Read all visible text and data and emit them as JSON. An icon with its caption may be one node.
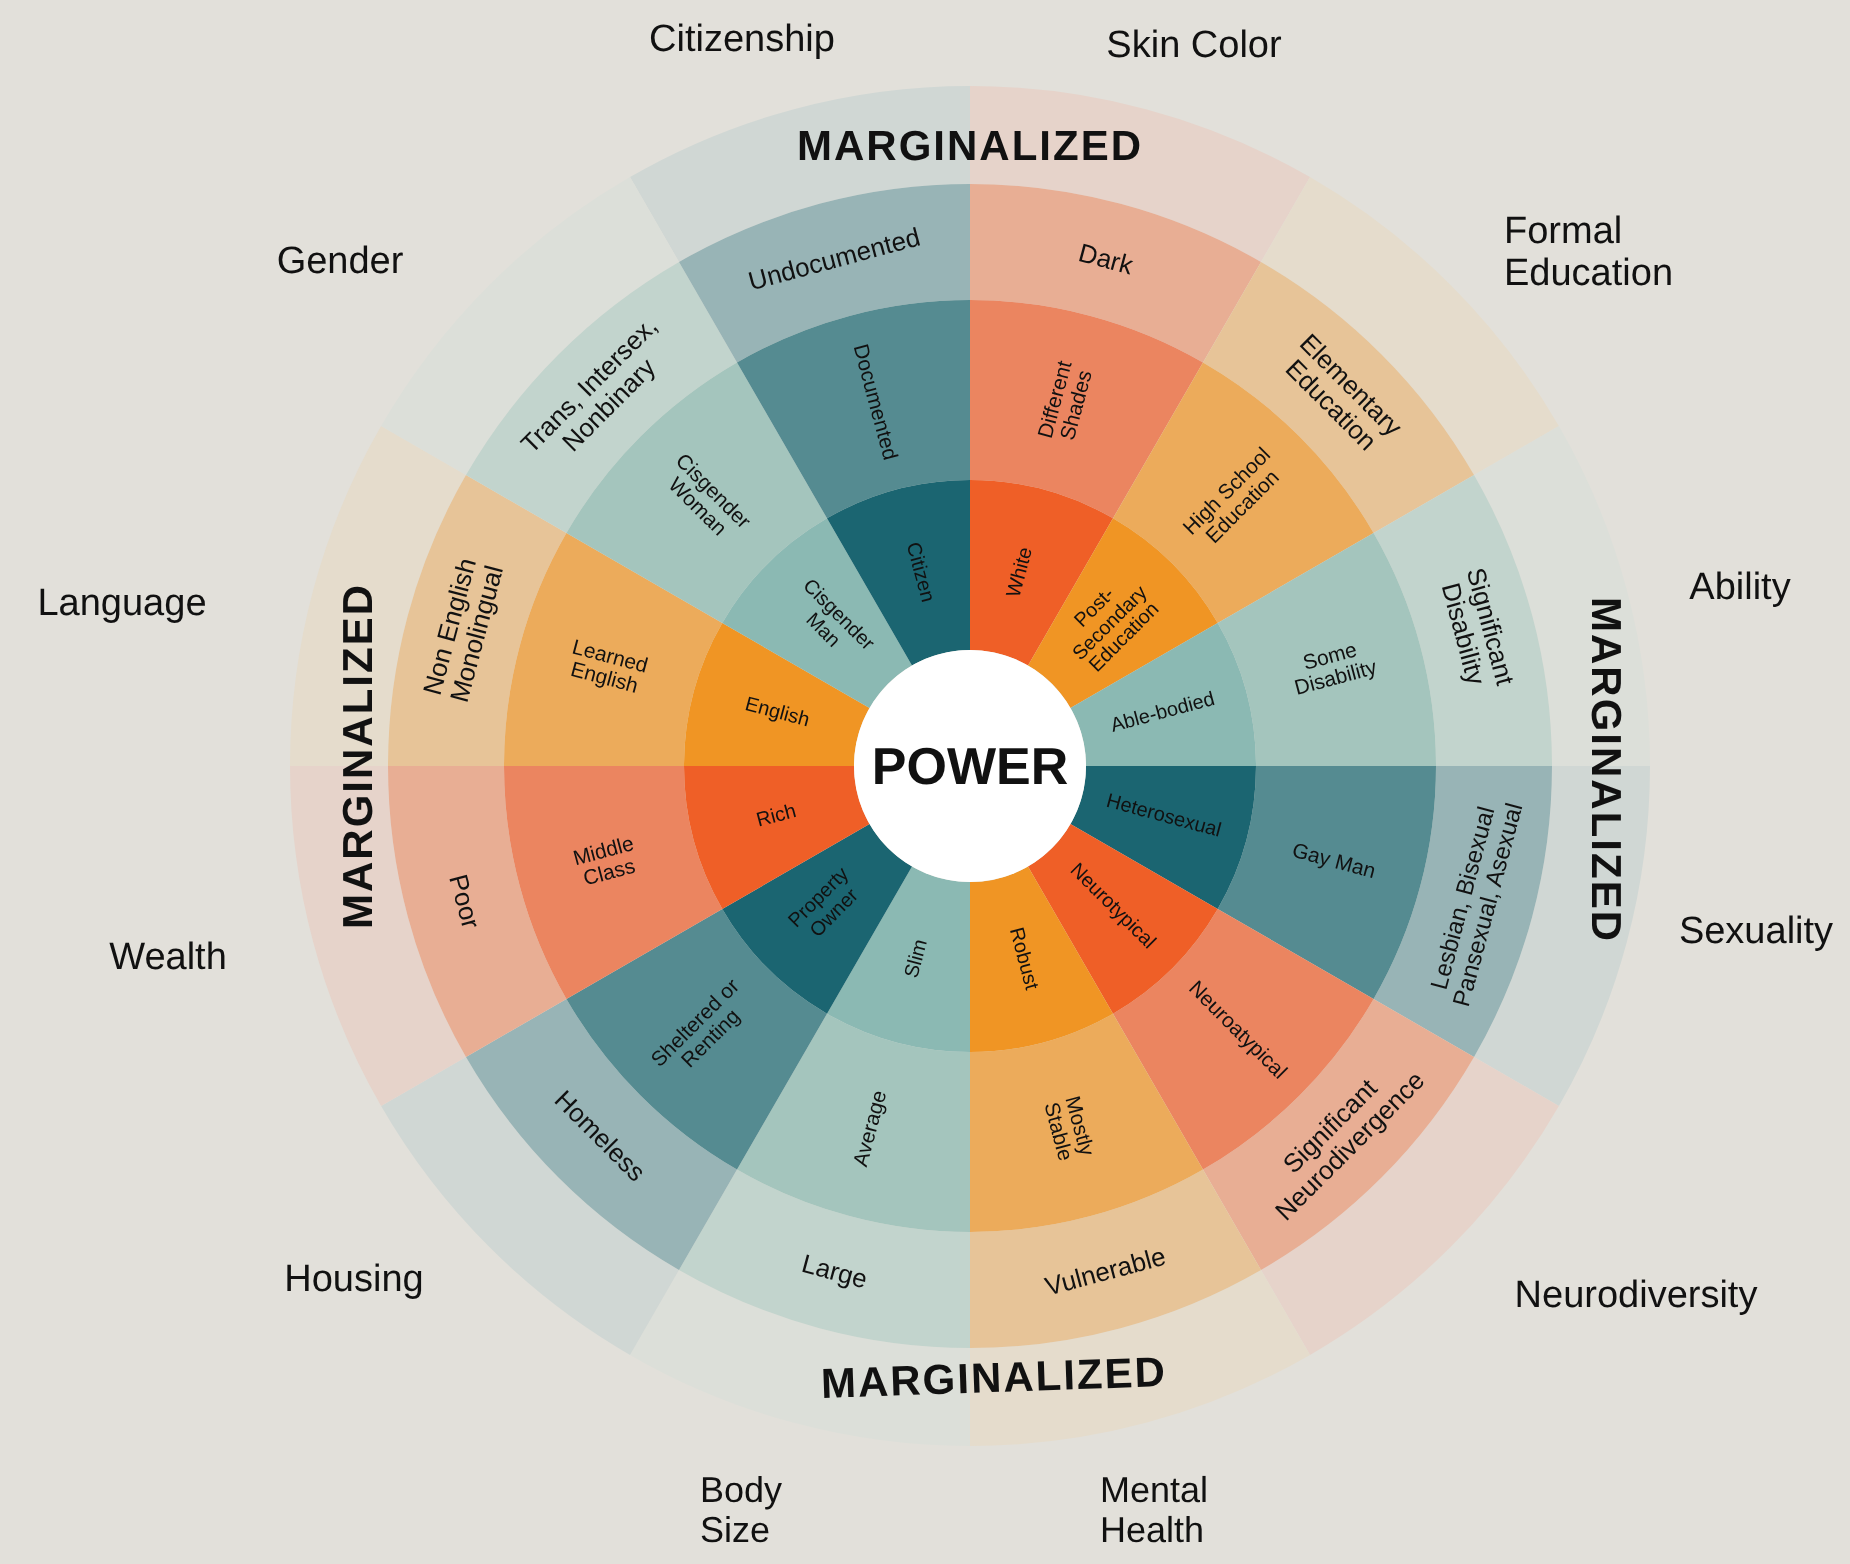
{
  "diagram": {
    "nodes": [
      {
        "text": [
          "POWER"
        ]
      },
      {
        "text": [
          "Dark"
        ]
      },
      {
        "text": [
          "Different Shades"
        ]
      },
      {
        "text": [
          "White"
        ]
      },
      {
        "text": [
          "Elementary Education"
        ]
      },
      {
        "text": [
          "High School Education"
        ]
      },
      {
        "text": [
          "Post-Secondary Education"
        ]
      },
      {
        "text": [
          "Significant Disability"
        ]
      },
      {
        "text": [
          "Some Disability"
        ]
      },
      {
        "text": [
          "Able-bodied"
        ]
      },
      {
        "text": [
          "Lesbian, Bisexual Pansexual, Asexual"
        ]
      },
      {
        "text": [
          "Gay Man"
        ]
      },
      {
        "text": [
          "Heterosexual"
        ]
      },
      {
        "text": [
          "Significant Neurodivergence"
        ]
      },
      {
        "text": [
          "Neuroatypical"
        ]
      },
      {
        "text": [
          "Neurotypical"
        ]
      },
      {
        "text": [
          "Vulnerable"
        ]
      },
      {
        "text": [
          "Mostly Stable"
        ]
      },
      {
        "text": [
          "Robust"
        ]
      },
      {
        "text": [
          "Large"
        ]
      },
      {
        "text": [
          "Average"
        ]
      },
      {
        "text": [
          "Slim"
        ]
      },
      {
        "text": [
          "Homeless"
        ]
      },
      {
        "text": [
          "Sheltered or Renting"
        ]
      },
      {
        "text": [
          "Property Owner"
        ]
      },
      {
        "text": [
          "Poor"
        ]
      },
      {
        "text": [
          "Middle Class"
        ]
      },
      {
        "text": [
          "Rich"
        ]
      },
      {
        "text": [
          "Non English Monolingual"
        ]
      },
      {
        "text": [
          "Learned English"
        ]
      },
      {
        "text": [
          "English"
        ]
      },
      {
        "text": [
          "Trans, Intersex, Nonbinary"
        ]
      },
      {
        "text": [
          "Cisgender Woman"
        ]
      },
      {
        "text": [
          "Cisgender Man"
        ]
      },
      {
        "text": [
          "Undocumented"
        ]
      },
      {
        "text": [
          "Documented"
        ]
      },
      {
        "text": [
          "Citizen"
        ]
      },
      {
        "text": [
          "MARGINALIZED"
        ]
      },
      {
        "text": [],
        "shape": "band"
      },
      {
        "text": [
          "MARGINALIZED"
        ]
      },
      {
        "text": [],
        "shape": "band"
      },
      {
        "text": [
          "MARGINALIZED"
        ]
      },
      {
        "text": [],
        "shape": "band"
      },
      {
        "text": [
          "MARGINALIZED"
        ]
      },
      {
        "text": [],
        "shape": "band"
      }
    ],
    "labels": [
      "Citizenship",
      "Skin Color",
      "Gender",
      "Formal Education",
      "Language",
      "Ability",
      "Sexuality",
      "Wealth",
      "Housing",
      "Neurodiversity",
      "Body Size",
      "Mental Health"
    ]
  }
}
